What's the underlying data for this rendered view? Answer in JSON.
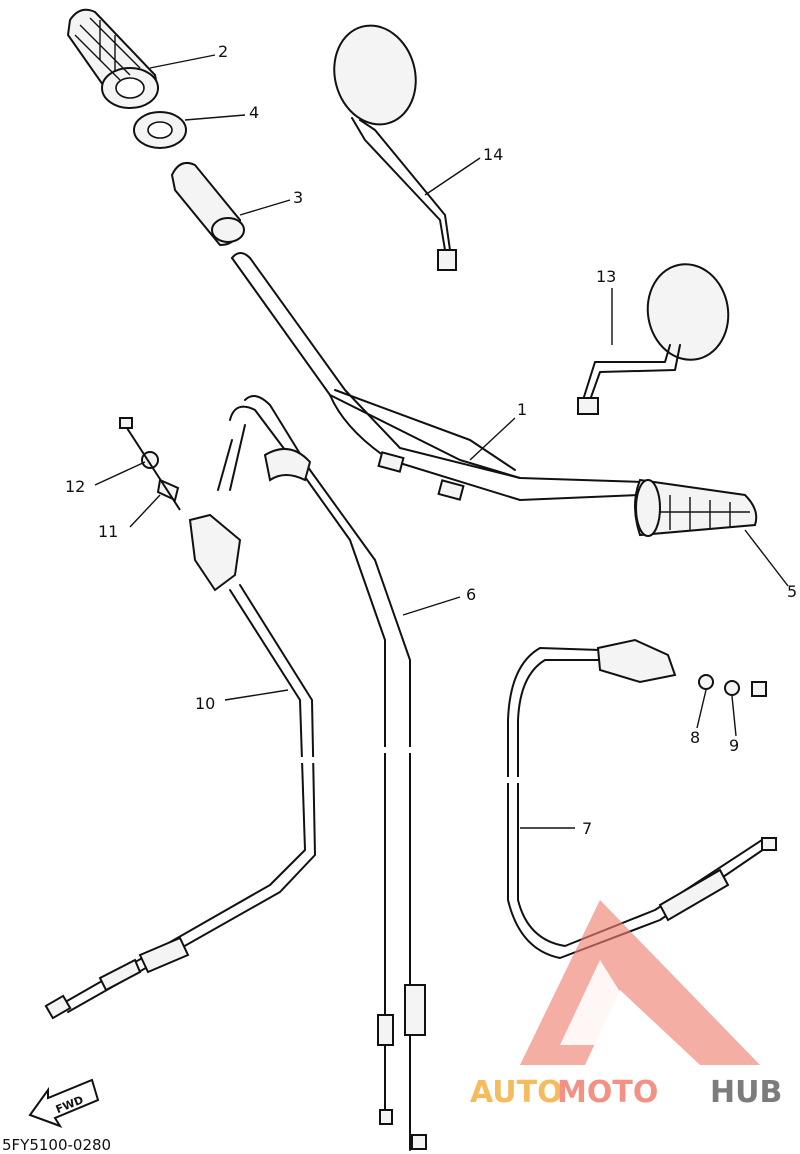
{
  "diagram": {
    "code": "5FY5100-0280",
    "fwd_label": "FWD",
    "callouts": [
      {
        "id": "1",
        "label": "1"
      },
      {
        "id": "2",
        "label": "2"
      },
      {
        "id": "3",
        "label": "3"
      },
      {
        "id": "4",
        "label": "4"
      },
      {
        "id": "5",
        "label": "5"
      },
      {
        "id": "6",
        "label": "6"
      },
      {
        "id": "7",
        "label": "7"
      },
      {
        "id": "8",
        "label": "8"
      },
      {
        "id": "9",
        "label": "9"
      },
      {
        "id": "10",
        "label": "10"
      },
      {
        "id": "11",
        "label": "11"
      },
      {
        "id": "12",
        "label": "12"
      },
      {
        "id": "13",
        "label": "13"
      },
      {
        "id": "14",
        "label": "14"
      }
    ]
  },
  "watermark": {
    "part1": "AUTO",
    "part2": "MOTO",
    "part3": "HUB",
    "colors": {
      "auto": "#f5b041",
      "moto": "#f08070",
      "hub": "#666666",
      "triangle": "#f08070"
    }
  }
}
